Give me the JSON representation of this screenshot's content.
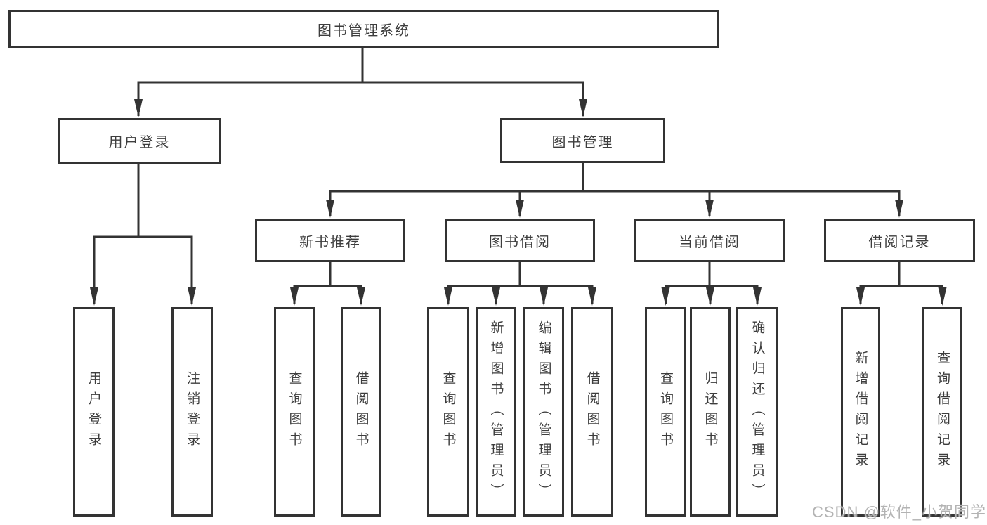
{
  "tree": {
    "root": "图书管理系统",
    "children": [
      {
        "label": "用户登录",
        "children": [
          "用户登录",
          "注销登录"
        ]
      },
      {
        "label": "图书管理",
        "children": [
          {
            "label": "新书推荐",
            "children": [
              "查询图书",
              "借阅图书"
            ]
          },
          {
            "label": "图书借阅",
            "children": [
              "查询图书",
              "新增图书（管理员）",
              "编辑图书（管理员）",
              "借阅图书"
            ]
          },
          {
            "label": "当前借阅",
            "children": [
              "查询图书",
              "归还图书",
              "确认归还（管理员）"
            ]
          },
          {
            "label": "借阅记录",
            "children": [
              "新增借阅记录",
              "查询借阅记录"
            ]
          }
        ]
      }
    ]
  },
  "watermark": {
    "text": "CSDN @软件_小贺同学"
  },
  "colors": {
    "line": "#333333",
    "box_border": "#333333",
    "text": "#3d3d3d",
    "watermark": "#b3b3b3",
    "background": "#ffffff"
  }
}
